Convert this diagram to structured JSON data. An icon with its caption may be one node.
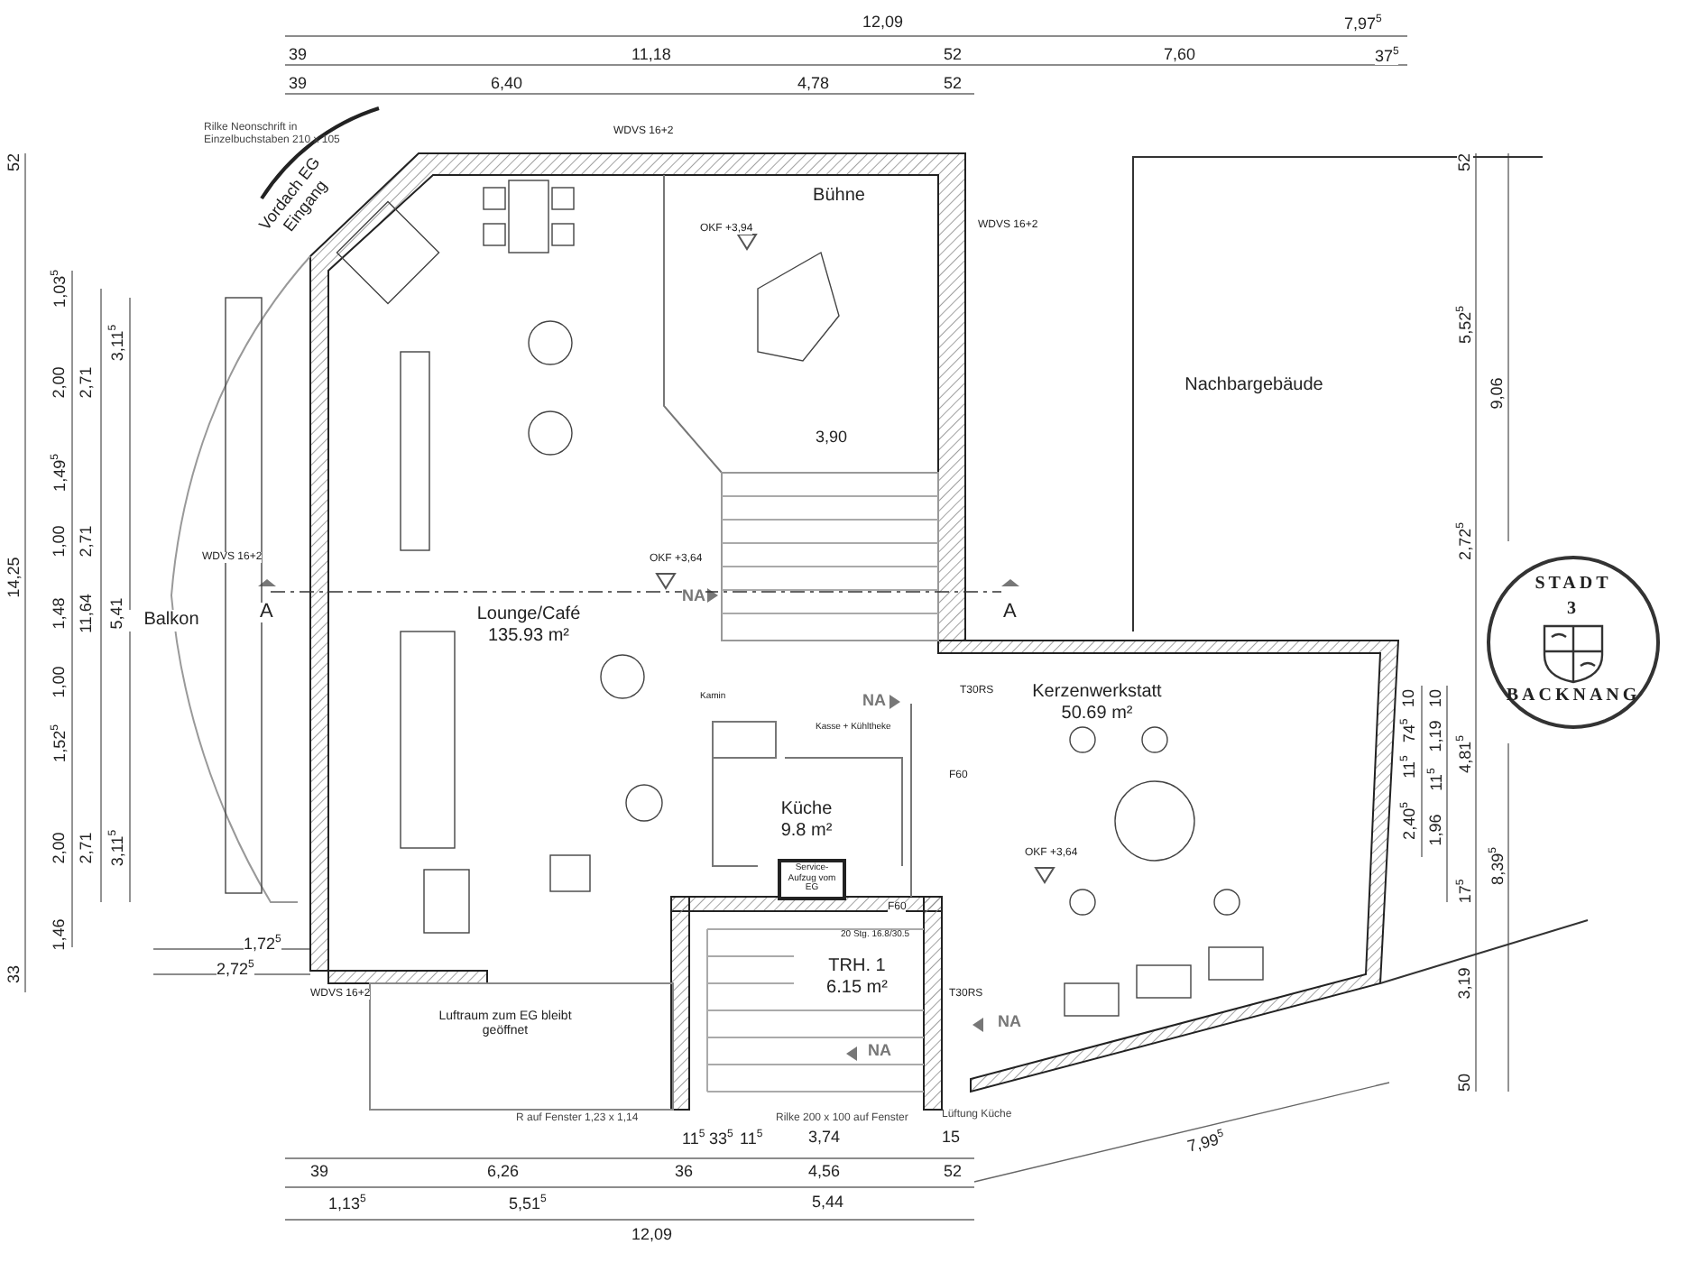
{
  "diagram": {
    "nodes": [
      {
        "text": [
          "Vordach EG Eingang"
        ]
      },
      {
        "text": [
          "Balkon"
        ]
      },
      {
        "text": [
          "Lounge/Café",
          "135.93 m²"
        ]
      },
      {
        "text": [
          "Bühne"
        ]
      },
      {
        "text": [
          "Küche",
          "9.8 m²"
        ]
      },
      {
        "text": [
          "Service-Aufzug vom EG"
        ]
      },
      {
        "text": [
          "TRH. 1",
          "6.15 m²"
        ]
      },
      {
        "text": [
          "Kerzenwerkstatt",
          "50.69 m²"
        ]
      },
      {
        "text": [
          "Nachbargebäude"
        ]
      },
      {
        "text": [
          "Luftraum zum EG bleibt geöffnet"
        ]
      },
      {
        "text": [
          "STADT",
          "3",
          "BACKNANG"
        ]
      }
    ],
    "labels": [
      "12,09",
      "7,97$^{5}$",
      "39",
      "11,18",
      "52",
      "7,60",
      "37$^{5}$",
      "39",
      "6,40",
      "4,78",
      "52",
      "Rilke Neonschrift in Einzelbuchstaben 210 x 105",
      "WDVS 16+2",
      "WDVS 16+2",
      "OKF +3,94",
      "3,90",
      "WDVS 16+2",
      "A",
      "OKF +3,64",
      "NA",
      "A",
      "Kamin",
      "NA",
      "T30RS",
      "Kasse + Kühltheke",
      "F60",
      "OKF +3,64",
      "F60",
      "20 Stg. 16.8/30.5",
      "T30RS",
      "NA",
      "NA",
      "1,72$^{5}$",
      "2,72$^{5}$",
      "WDVS 16+2",
      "R auf Fenster 1,23 x 1,14",
      "Rilke 200 x 100 auf Fenster",
      "Lüftung Küche",
      "11$^{5}$",
      "33$^{5}$",
      "11$^{5}$",
      "3,74",
      "15",
      "7,99$^{5}$",
      "39",
      "6,26",
      "36",
      "4,56",
      "52",
      "1,13$^{5}$",
      "5,51$^{5}$",
      "5,44",
      "12,09",
      "52",
      "14,25",
      "33",
      "1,03$^{5}$",
      "2,00",
      "1,49$^{5}$",
      "1,00",
      "1,48",
      "1,00",
      "1,52$^{5}$",
      "2,00",
      "1,46",
      "2,71",
      "2,71",
      "11,64",
      "2,71",
      "3,11$^{5}$",
      "5,41",
      "3,11$^{5}$",
      "52",
      "5,52$^{5}$",
      "9,06",
      "2,72$^{5}$",
      "10",
      "74$^{5}$",
      "11$^{5}$",
      "2,40$^{5}$",
      "10",
      "1,19",
      "11$^{5}$",
      "1,96",
      "17$^{5}$",
      "4,81$^{5}$",
      "8,39$^{5}$",
      "3,19",
      "50"
    ]
  }
}
